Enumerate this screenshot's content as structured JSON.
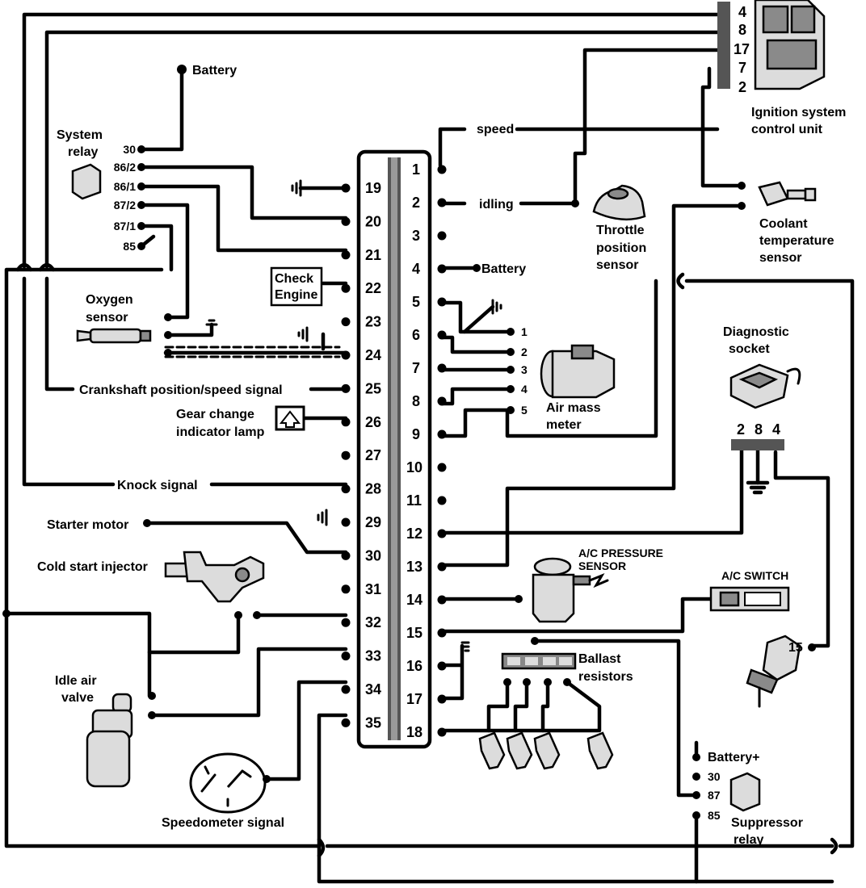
{
  "ecu": {
    "left_pins": [
      "19",
      "20",
      "21",
      "22",
      "23",
      "24",
      "25",
      "26",
      "27",
      "28",
      "29",
      "30",
      "31",
      "32",
      "33",
      "34",
      "35"
    ],
    "right_pins": [
      "1",
      "2",
      "3",
      "4",
      "5",
      "6",
      "7",
      "8",
      "9",
      "10",
      "11",
      "12",
      "13",
      "14",
      "15",
      "16",
      "17",
      "18"
    ]
  },
  "ignition_unit": {
    "pins": [
      "4",
      "8",
      "17",
      "7",
      "2"
    ],
    "label_line1": "Ignition system",
    "label_line2": "control unit"
  },
  "system_relay": {
    "label_line1": "System",
    "label_line2": "relay",
    "pins": [
      "30",
      "86/2",
      "86/1",
      "87/2",
      "87/1",
      "85"
    ]
  },
  "labels": {
    "battery_top": "Battery",
    "speed": "speed",
    "idling": "idling",
    "battery_pin4": "Battery",
    "throttle_line1": "Throttle",
    "throttle_line2": "position",
    "throttle_line3": "sensor",
    "coolant_line1": "Coolant",
    "coolant_line2": "temperature",
    "coolant_line3": "sensor",
    "check_engine_line1": "Check",
    "check_engine_line2": "Engine",
    "oxygen_line1": "Oxygen",
    "oxygen_line2": "sensor",
    "crankshaft": "Crankshaft position/speed signal",
    "gear_line1": "Gear change",
    "gear_line2": "indicator lamp",
    "knock": "Knock signal",
    "starter": "Starter motor",
    "cold_start": "Cold start injector",
    "idle_air_line1": "Idle air",
    "idle_air_line2": "valve",
    "speedometer": "Speedometer signal",
    "air_mass_line1": "Air mass",
    "air_mass_line2": "meter",
    "diagnostic_line1": "Diagnostic",
    "diagnostic_line2": "socket",
    "ac_pressure_line1": "A/C PRESSURE",
    "ac_pressure_line2": "SENSOR",
    "ac_switch": "A/C SWITCH",
    "ballast_line1": "Ballast",
    "ballast_line2": "resistors",
    "ignition_switch_pin": "15",
    "battery_plus": "Battery+",
    "suppressor_line1": "Suppressor",
    "suppressor_line2": "relay"
  },
  "air_mass_pins": [
    "1",
    "2",
    "3",
    "4",
    "5"
  ],
  "diagnostic_pins": [
    "2",
    "8",
    "4"
  ],
  "suppressor_pins": [
    "30",
    "87",
    "85"
  ]
}
